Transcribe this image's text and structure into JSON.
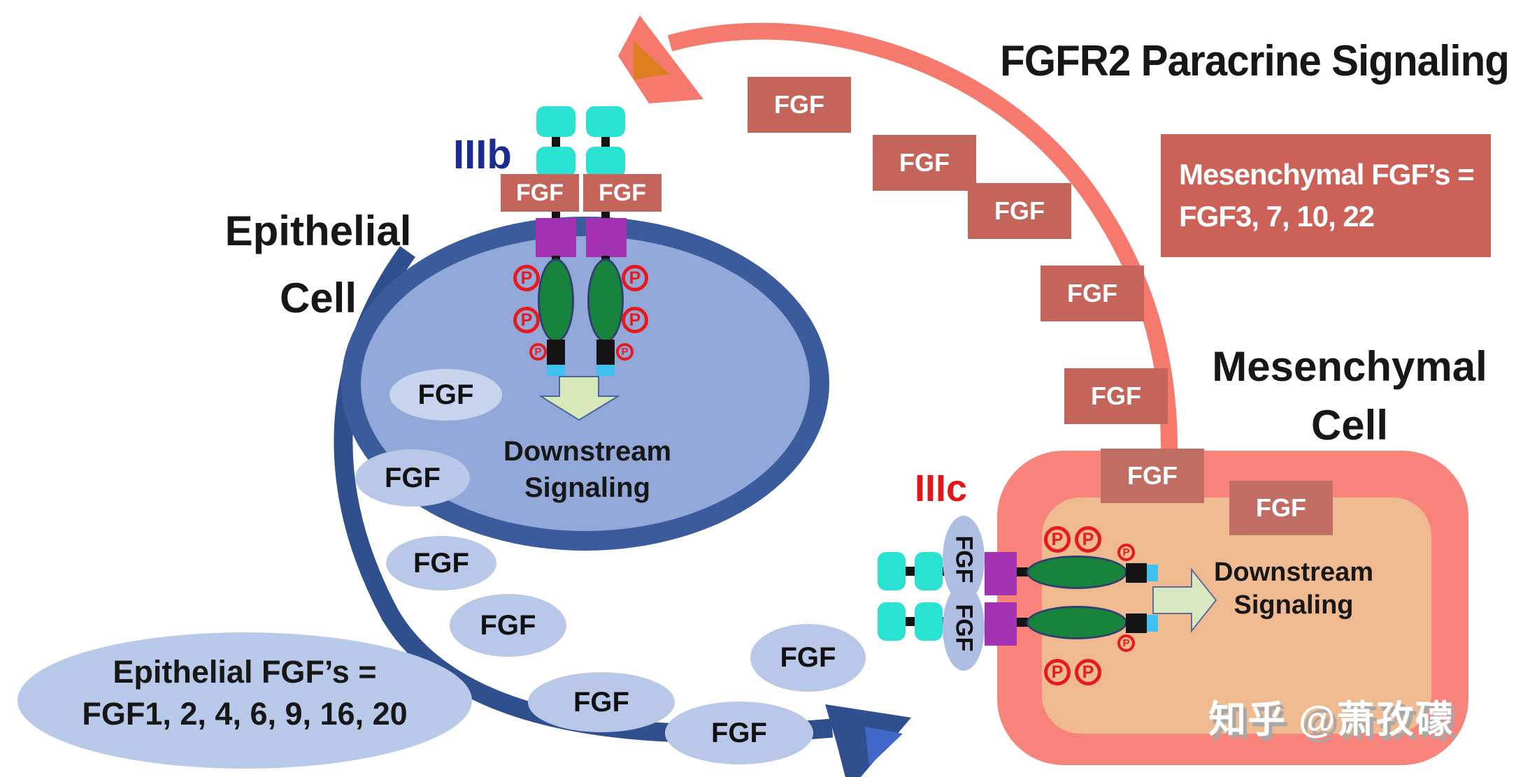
{
  "title": "FGFR2 Paracrine Signaling",
  "labels": {
    "fgf": "FGF",
    "phospho": "P"
  },
  "epithelial": {
    "name_line1": "Epithelial",
    "name_line2": "Cell",
    "isoform": "IIIb",
    "downstream_line1": "Downstream",
    "downstream_line2": "Signaling",
    "fgf_summary_line1": "Epithelial FGF’s =",
    "fgf_summary_line2": "FGF1, 2, 4, 6, 9, 16, 20"
  },
  "mesenchymal": {
    "name_line1": "Mesenchymal",
    "name_line2": "Cell",
    "isoform": "IIIc",
    "downstream_line1": "Downstream",
    "downstream_line2": "Signaling",
    "fgf_summary_line1": "Mesenchymal FGF’s =",
    "fgf_summary_line2": "FGF3, 7, 10, 22"
  },
  "watermark": "知乎 @萧孜礞",
  "colors": {
    "salmon_arrow": "#F5796C",
    "salmon_arrowhead_inner": "#DD7E20",
    "dark_arrow": "#2F4F8F",
    "dark_arrowhead_inner": "#4168C9",
    "brick_box": "#C4655C",
    "ig_domain_cyan": "#29E2D2",
    "transmembrane_purple": "#A433B3",
    "kinase_green": "#17833B",
    "phospho_red": "#E8191C",
    "epithelial_membrane": "#3A5B9C",
    "epithelial_cytoplasm": "#92A8D8",
    "mesenchymal_membrane": "#F8837A",
    "mesenchymal_cytoplasm": "#EFBA90",
    "fgf_ellipse_blue": "#B9C8E8",
    "downstream_arrow_green": "#D9E8B8",
    "iiib_label_navy": "#1B2C8E",
    "iiic_label_red": "#E31519"
  }
}
